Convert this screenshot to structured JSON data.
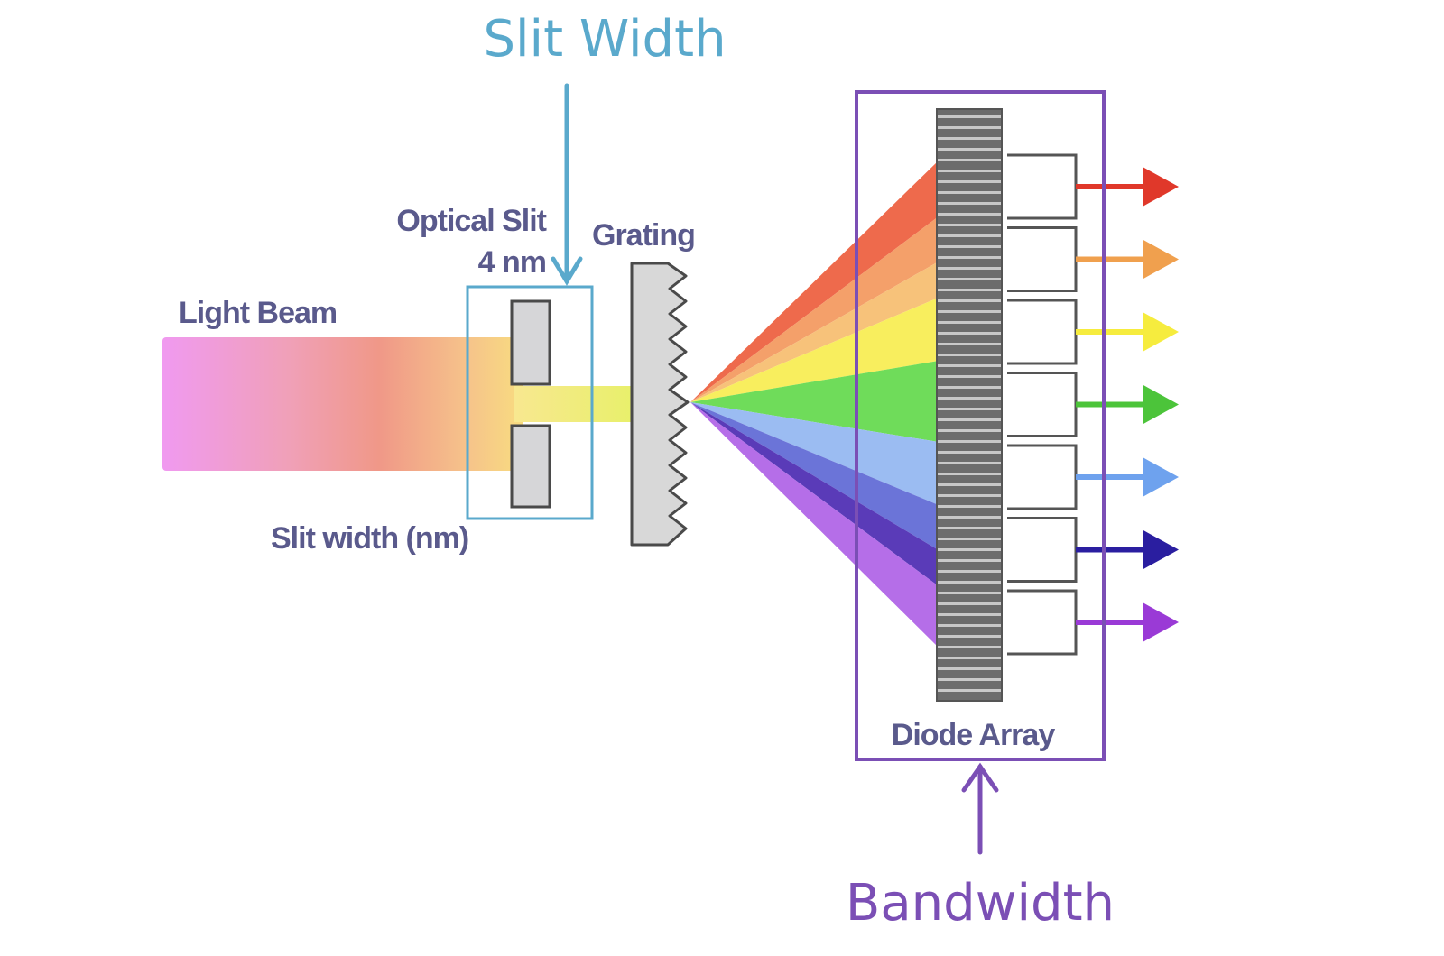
{
  "diagram": {
    "title_top": "Slit Width",
    "title_bottom": "Bandwidth",
    "labels": {
      "light_beam": "Light Beam",
      "optical_slit": "Optical Slit",
      "slit_value": "4 nm",
      "grating": "Grating",
      "slit_width_nm": "Slit width (nm)",
      "diode_array": "Diode Array"
    },
    "colors": {
      "slit_width_accent": "#5aa9cc",
      "bandwidth_accent": "#7b4fb5",
      "label_text": "#5a5a8c"
    },
    "spectrum_bands": [
      {
        "name": "red",
        "color": "#ee6a4c"
      },
      {
        "name": "orange",
        "color": "#f4a06a"
      },
      {
        "name": "light-orange",
        "color": "#f7c27a"
      },
      {
        "name": "yellow",
        "color": "#f8ee5e"
      },
      {
        "name": "green",
        "color": "#6fdc5a"
      },
      {
        "name": "light-blue",
        "color": "#9bbcf2"
      },
      {
        "name": "blue",
        "color": "#6b74d8"
      },
      {
        "name": "indigo",
        "color": "#5a3bb8"
      },
      {
        "name": "violet",
        "color": "#b56ee8"
      }
    ],
    "output_arrows": [
      {
        "name": "red",
        "color": "#e0382a"
      },
      {
        "name": "orange",
        "color": "#f0a04e"
      },
      {
        "name": "yellow",
        "color": "#f6ec3e"
      },
      {
        "name": "green",
        "color": "#4cc43a"
      },
      {
        "name": "light-blue",
        "color": "#6ea2ee"
      },
      {
        "name": "dark-blue",
        "color": "#2a1ea0"
      },
      {
        "name": "purple",
        "color": "#9a3ad6"
      }
    ]
  }
}
